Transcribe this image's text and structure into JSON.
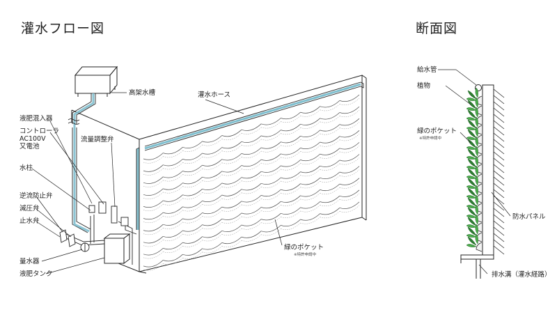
{
  "titles": {
    "flow": "灌水フロー図",
    "section": "断面図"
  },
  "flow_labels": {
    "tank": "高架水槽",
    "hose": "灌水ホース",
    "fertilizer_mixer": "液肥混入器",
    "controller": [
      "コントローラ",
      "AC100V",
      "又電池"
    ],
    "flow_valve": "流量調整弁",
    "hydrant": "水柱",
    "check_valve": "逆流防止弁",
    "pressure_valve": "減圧弁",
    "stop_valve": "止水弁",
    "meter": "量水器",
    "fert_tank": "液肥タンク",
    "pocket": "緑のポケット",
    "pocket_note": "※特許申請中"
  },
  "section_labels": {
    "supply_pipe": "給水管",
    "plants": "植物",
    "pocket": "緑のポケット",
    "pocket_note": "※特許申請中",
    "panel": "防水パネル",
    "drain": "排水溝（灌水経路）"
  },
  "colors": {
    "line": "#222222",
    "pipe_blue": "#7fbfcf",
    "leaf_green": "#4cae4c",
    "leaf_dark": "#2e7d32"
  }
}
